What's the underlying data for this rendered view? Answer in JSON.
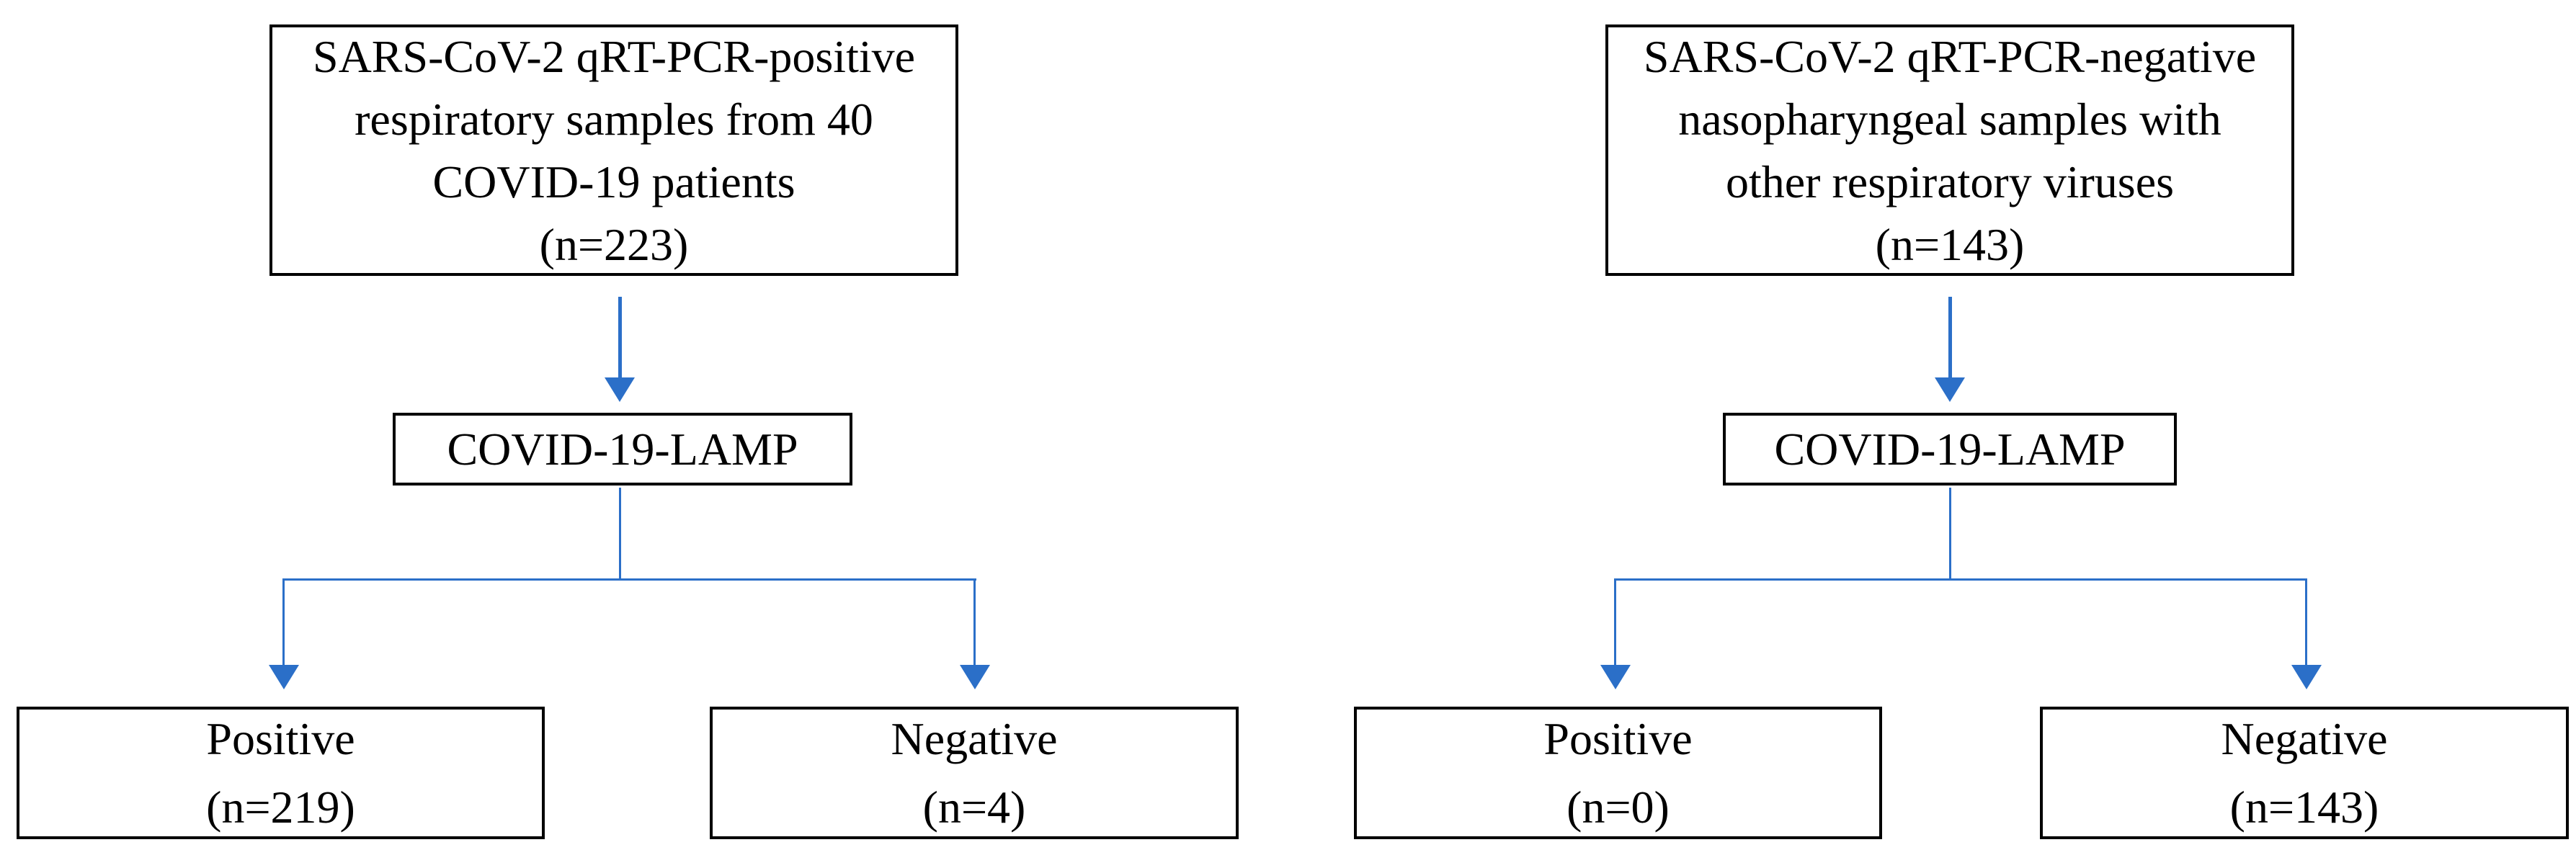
{
  "colors": {
    "connector_blue": "#2B6FC8",
    "box_border": "#000000",
    "text": "#000000",
    "background": "#FFFFFF"
  },
  "left_flow": {
    "source_box": {
      "lines": [
        "SARS-CoV-2 qRT-PCR-positive",
        "respiratory samples from 40",
        "COVID-19 patients",
        "(n=223)"
      ]
    },
    "test_box": {
      "label": "COVID-19-LAMP"
    },
    "outcomes": [
      {
        "label": "Positive",
        "count": "(n=219)"
      },
      {
        "label": "Negative",
        "count": "(n=4)"
      }
    ]
  },
  "right_flow": {
    "source_box": {
      "lines": [
        "SARS-CoV-2 qRT-PCR-negative",
        "nasopharyngeal samples with",
        "other respiratory viruses",
        "(n=143)"
      ]
    },
    "test_box": {
      "label": "COVID-19-LAMP"
    },
    "outcomes": [
      {
        "label": "Positive",
        "count": "(n=0)"
      },
      {
        "label": "Negative",
        "count": "(n=143)"
      }
    ]
  }
}
